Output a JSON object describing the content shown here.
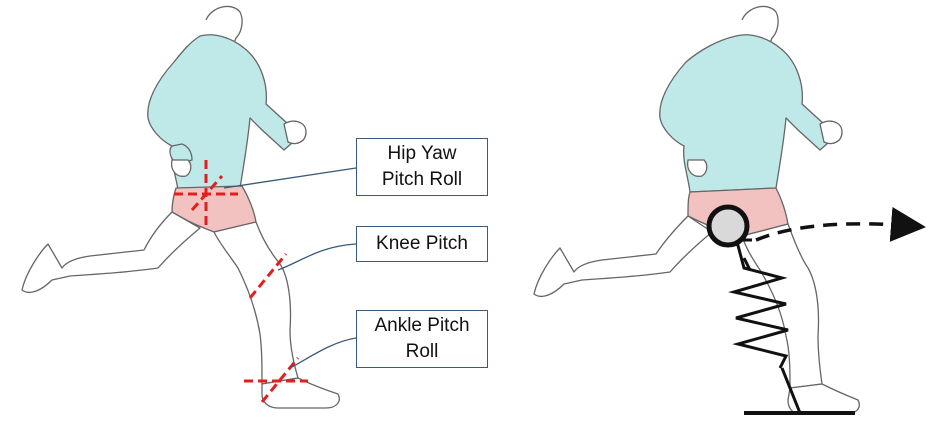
{
  "labels": {
    "hip": {
      "line1": "Hip Yaw",
      "line2": "Pitch Roll"
    },
    "knee": {
      "line1": "Knee Pitch"
    },
    "ankle": {
      "line1": "Ankle Pitch",
      "line2": "Roll"
    }
  },
  "colors": {
    "shirt": "#bfe9e8",
    "shorts": "#f2c2c0",
    "joint_marker": "#e0201e",
    "outline": "#555555",
    "connector": "#3a5a7a",
    "model": "#111111"
  },
  "panels": [
    {
      "id": "joint-annotation-runner"
    },
    {
      "id": "spring-mass-model-runner"
    }
  ]
}
